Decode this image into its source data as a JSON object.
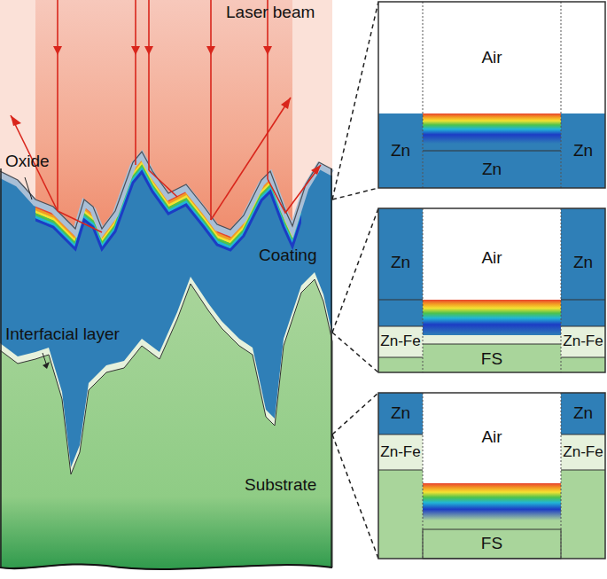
{
  "diagram": {
    "nodes": [
      {
        "text": [
          "Air"
        ]
      },
      {
        "text": [
          "Zn"
        ]
      },
      {
        "text": [
          "Zn"
        ]
      },
      {
        "text": [
          "Zn"
        ]
      },
      {
        "text": [
          "Zn"
        ]
      },
      {
        "text": [
          "Air"
        ]
      },
      {
        "text": [
          "Zn"
        ]
      },
      {
        "text": [
          "Zn-Fe"
        ]
      },
      {
        "text": [
          "Zn-Fe"
        ]
      },
      {
        "text": [
          "FS"
        ]
      },
      {
        "text": [
          "Zn"
        ]
      },
      {
        "text": [
          "Air"
        ]
      },
      {
        "text": [
          "Zn"
        ]
      },
      {
        "text": [
          "Zn-Fe"
        ]
      },
      {
        "text": [
          "Zn-Fe"
        ]
      },
      {
        "text": [
          "FS"
        ]
      }
    ],
    "labels": [
      "Laser beam",
      "Oxide",
      "Coating",
      "Interfacial layer",
      "Substrate"
    ]
  }
}
